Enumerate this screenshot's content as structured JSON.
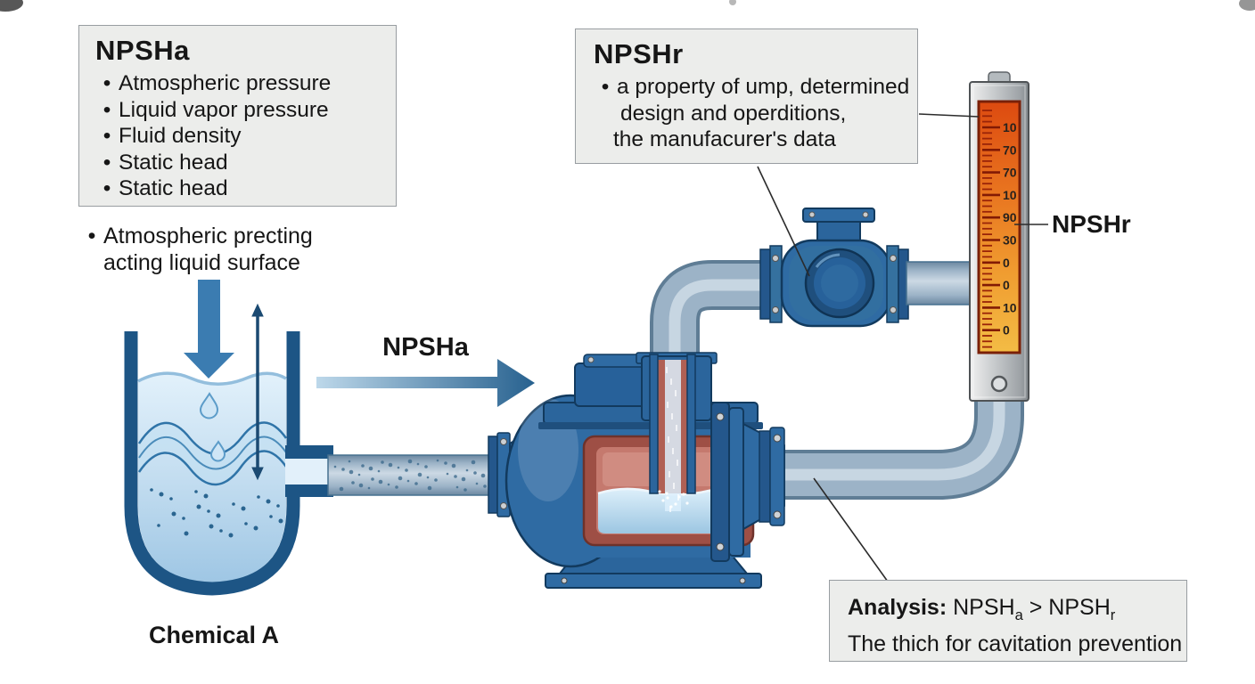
{
  "ui": {
    "bullet": "•"
  },
  "npsha_box": {
    "title": "NPSHa",
    "bullets": [
      "Atmospheric pressure",
      "Liquid vapor pressure",
      "Fluid density",
      "Static head",
      "Static head"
    ]
  },
  "atmospheric_note": {
    "line1": "Atmospheric precting",
    "line2": "acting liquid surface"
  },
  "npshr_box": {
    "title": "NPSHr",
    "lines": [
      "a property of ump, determined",
      "design and operditions,",
      "the manufacurer's data"
    ]
  },
  "flow_label": "NPSHa",
  "gauge_label": "NPSHr",
  "tank_label": "Chemical A",
  "analysis_box": {
    "prefix": "Analysis:",
    "term_a": "NPSH",
    "sub_a": "a",
    "comparator": ">",
    "term_r": "NPSH",
    "sub_r": "r",
    "line2": "The thich for cavitation prevention"
  },
  "gauge": {
    "tick_labels": [
      "10",
      "70",
      "70",
      "10",
      "90",
      "30",
      "0",
      "0",
      "10",
      "0"
    ]
  },
  "colors": {
    "pump_blue": "#2f6ba3",
    "pump_blue_dark": "#123a5e",
    "pipe_gray_blue": "#9cb3c7",
    "interior_red": "#b05a50",
    "liquid_blue": "#bcdcf0",
    "tank_wall_blue": "#1d5585",
    "gauge_orange_top": "#dd4a10",
    "gauge_yellow_bottom": "#f3bc45",
    "gauge_tick_maroon": "#821a04",
    "box_bg": "#ecedeb",
    "leader_line": "#2b2b2b"
  }
}
